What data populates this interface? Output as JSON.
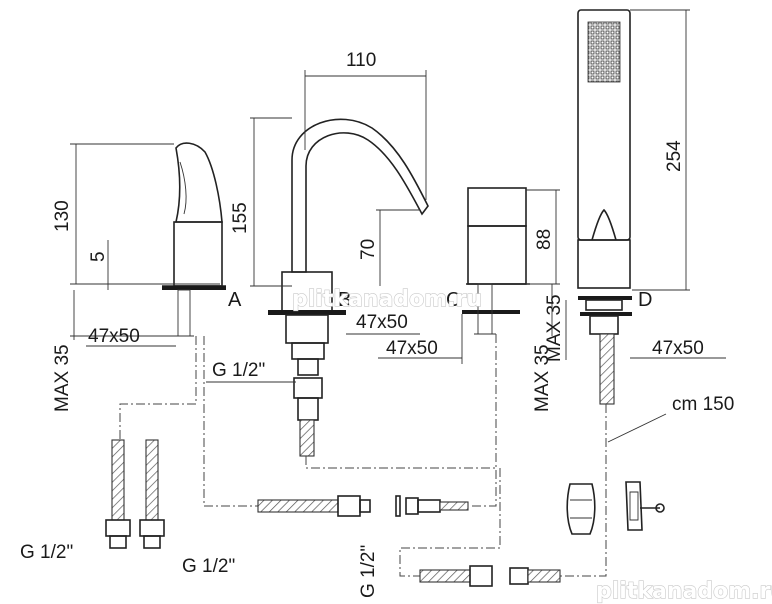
{
  "labels": {
    "a": "A",
    "b": "B",
    "c": "C",
    "d": "D"
  },
  "dimensions": {
    "d110": "110",
    "d130": "130",
    "d5": "5",
    "d155": "155",
    "d70": "70",
    "d88": "88",
    "d254": "254",
    "max35_a": "MAX 35",
    "max35_c": "MAX 35",
    "max35_d": "MAX 35",
    "size_a": "47x50",
    "size_b": "47x50",
    "size_c": "47x50",
    "size_d": "47x50",
    "thread_top": "G 1/2\"",
    "thread_left": "G 1/2\"",
    "thread_right": "G 1/2\"",
    "thread_vertical": "G 1/2\"",
    "hose_length": "cm 150"
  },
  "watermarks": {
    "top": "plitkanadom.ru",
    "bottom": "plitkanadom.ru"
  }
}
